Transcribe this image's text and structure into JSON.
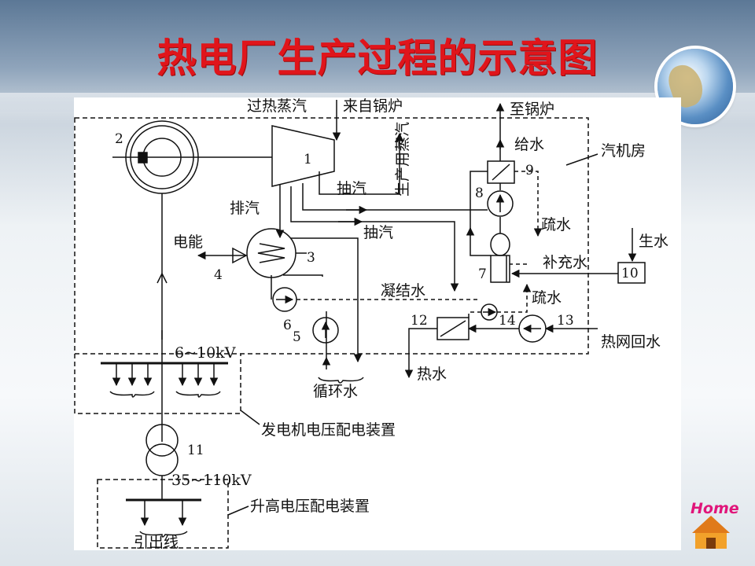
{
  "slide": {
    "title": "热电厂生产过程的示意图",
    "home_label": "Home"
  },
  "diagram": {
    "labels": {
      "superheated_steam": "过热蒸汽",
      "from_boiler": "来自锅炉",
      "to_boiler": "至锅炉",
      "feed_water": "给水",
      "turbine_room": "汽机房",
      "exhaust_steam": "排汽",
      "extraction_steam_1": "抽汽",
      "extraction_steam_2": "抽汽",
      "production_steam": "生产用蒸汽",
      "electric_energy": "电能",
      "drain_water_1": "疏水",
      "drain_water_2": "疏水",
      "raw_water": "生水",
      "makeup_water": "补充水",
      "condensate": "凝结水",
      "heating_return_water": "热网回水",
      "hot_water": "热水",
      "circulating_water": "循环水",
      "voltage_low": "6~10kV",
      "voltage_high": "35~110kV",
      "generator_voltage_switchgear": "发电机电压配电装置",
      "step_up_switchgear": "升高电压配电装置",
      "outgoing_lines": "引出线"
    },
    "numbers": {
      "n1": "1",
      "n2": "2",
      "n3": "3",
      "n4": "4",
      "n5": "5",
      "n6": "6",
      "n7": "7",
      "n8": "8",
      "n9": "9",
      "n10": "10",
      "n11": "11",
      "n12": "12",
      "n13": "13",
      "n14": "14"
    }
  }
}
